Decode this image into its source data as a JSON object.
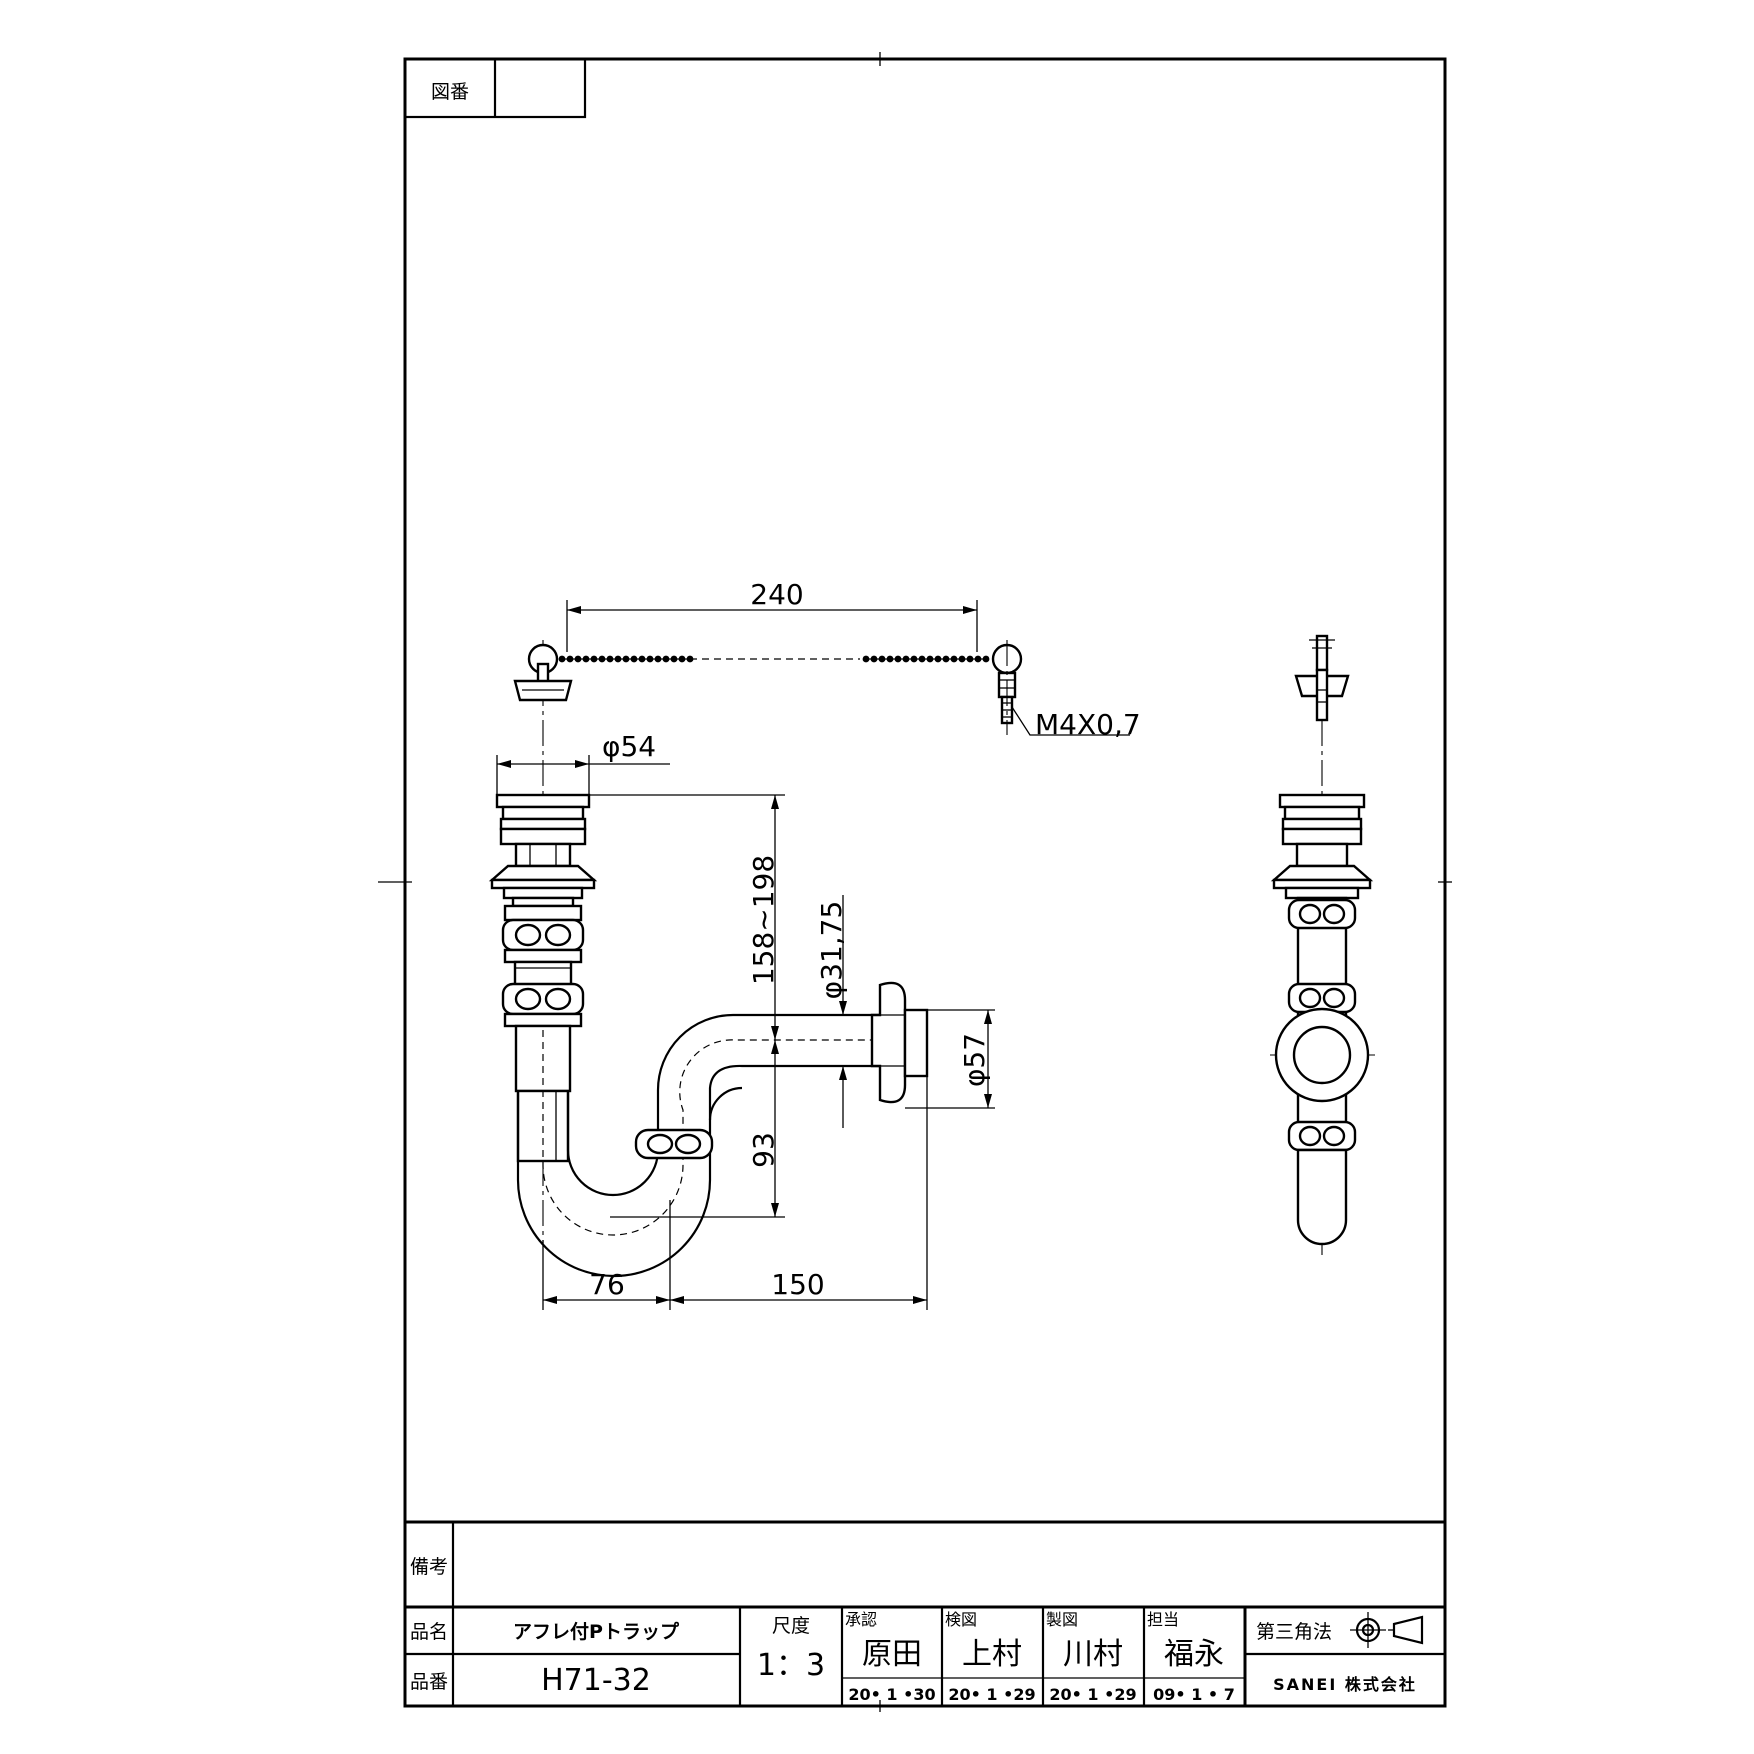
{
  "drawing_number": {
    "label": "図番",
    "value": ""
  },
  "remarks": {
    "label": "備考",
    "value": ""
  },
  "product_name": {
    "label": "品名",
    "value": "アフレ付Pトラップ"
  },
  "product_number": {
    "label": "品番",
    "value": "H71-32"
  },
  "scale": {
    "label": "尺度",
    "value": "1：3"
  },
  "approvals": [
    {
      "role": "承認",
      "name": "原田",
      "date": "20• 1 •30"
    },
    {
      "role": "検図",
      "name": "上村",
      "date": "20• 1 •29"
    },
    {
      "role": "製図",
      "name": "川村",
      "date": "20• 1 •29"
    },
    {
      "role": "担当",
      "name": "福永",
      "date": "09• 1 • 7"
    }
  ],
  "projection": {
    "label": "第三角法"
  },
  "company": {
    "name": "SANEI 株式会社"
  },
  "dimensions": {
    "chain_length": "240",
    "thread": "M4X0,7",
    "flange_diameter": "φ54",
    "height_range": "158~198",
    "pipe_diameter": "φ31,75",
    "outlet_diameter": "φ57",
    "trap_depth": "93",
    "trap_offset": "76",
    "outlet_length": "150"
  },
  "colors": {
    "line": "#000000",
    "paper": "#ffffff"
  }
}
